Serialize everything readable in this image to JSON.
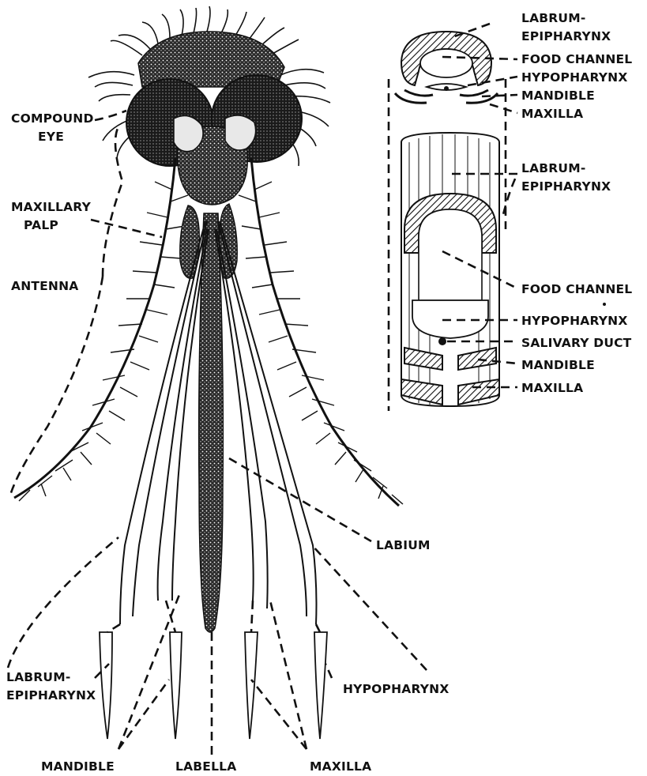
{
  "labels": {
    "compound_eye_1": "COMPOUND",
    "compound_eye_2": "EYE",
    "maxillary_palp_1": "MAXILLARY",
    "maxillary_palp_2": "PALP",
    "antenna": "ANTENNA",
    "labium": "LABIUM",
    "labrum_bottom_1": "LABRUM-",
    "labrum_bottom_2": "EPIPHARYNX",
    "hypopharynx_bottom": "HYPOPHARYNX",
    "mandible_bottom": "MANDIBLE",
    "labella_bottom": "LABELLA",
    "maxilla_bottom": "MAXILLA",
    "section": {
      "labrum_1": "LABRUM-",
      "labrum_2": "EPIPHARYNX",
      "food_channel": "FOOD CHANNEL",
      "hypopharynx": "HYPOPHARYNX",
      "mandible": "MANDIBLE",
      "maxilla": "MAXILLA"
    },
    "cutaway": {
      "labrum_1": "LABRUM-",
      "labrum_2": "EPIPHARYNX",
      "food_channel": "FOOD CHANNEL",
      "hypopharynx": "HYPOPHARYNX",
      "salivary_duct": "SALIVARY DUCT",
      "mandible": "MANDIBLE",
      "maxilla": "MAXILLA"
    }
  },
  "colors": {
    "ink": "#111111",
    "paper": "#ffffff"
  }
}
